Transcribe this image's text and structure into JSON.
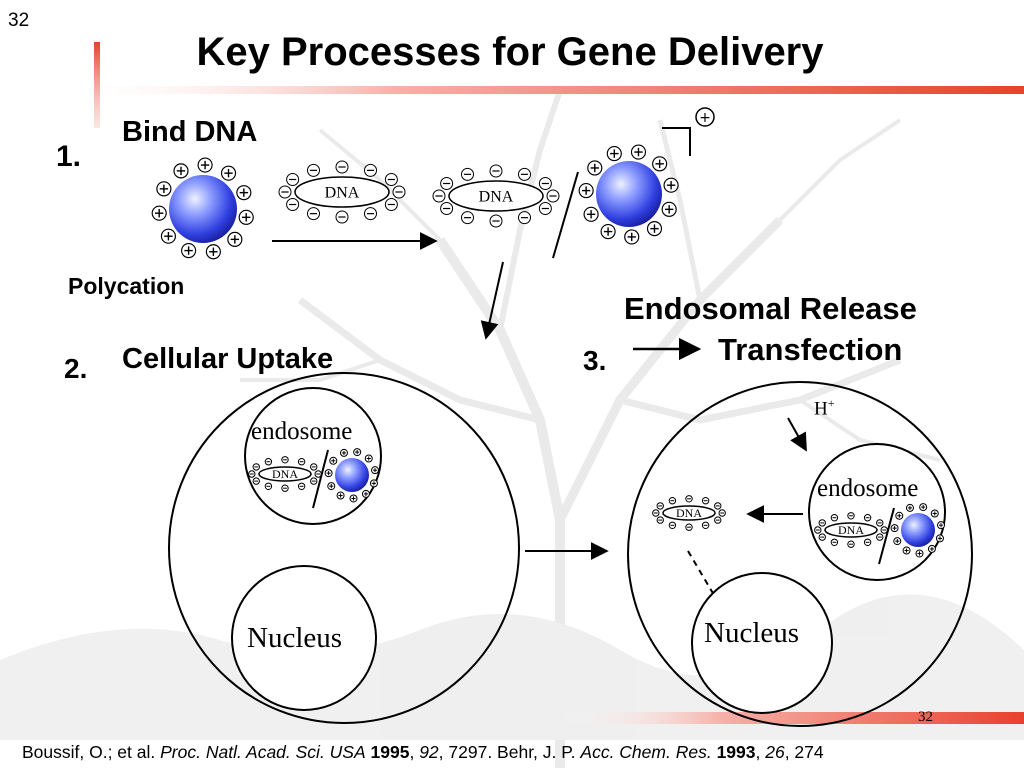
{
  "slide_number": "32",
  "footer_page": "32",
  "title": "Key Processes for Gene Delivery",
  "steps": {
    "step1": {
      "number": "1.",
      "label": "Bind DNA"
    },
    "step2": {
      "number": "2.",
      "label": "Cellular Uptake"
    },
    "step3": {
      "number": "3.",
      "label_line1": "Endosomal Release",
      "label_line2": "Transfection"
    }
  },
  "labels": {
    "polycation": "Polycation",
    "dna": "DNA",
    "endosome": "endosome",
    "nucleus": "Nucleus",
    "proton": "H",
    "proton_sup": "+",
    "complex_charge": "+"
  },
  "citation": {
    "author1": "Boussif, O.; et al. ",
    "journal1": "Proc. Natl. Acad. Sci. USA",
    "year1": "1995",
    "volume1": "92",
    "pages1": ", 7297. Behr, J. P. ",
    "journal2": "Acc. Chem. Res.",
    "year2": "1993",
    "volume2": "26",
    "pages2": ", 274"
  },
  "colors": {
    "accent_bar": "#e8412e",
    "sphere_light": "#dfe6ff",
    "sphere_mid": "#5a70e8",
    "sphere_dark": "#1a22a8"
  }
}
